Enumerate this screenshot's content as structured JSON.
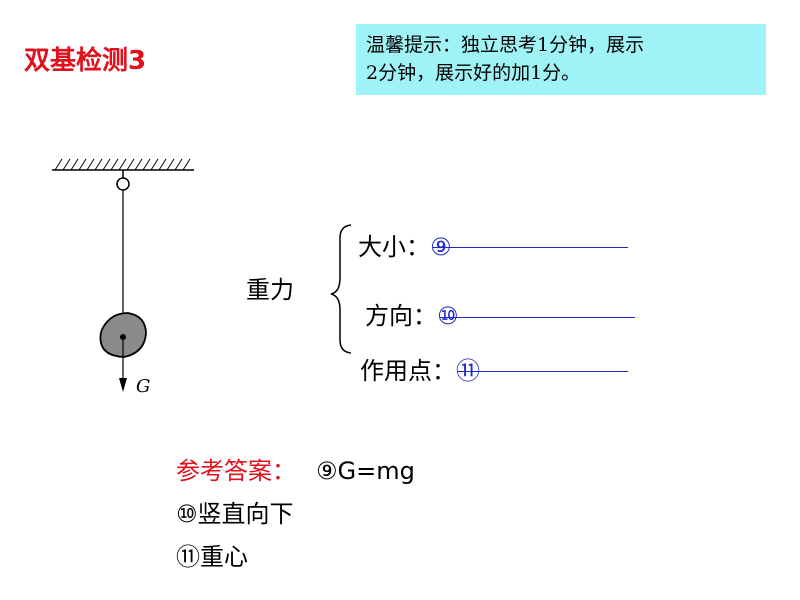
{
  "slide": {
    "title": "双基检测3"
  },
  "tip": {
    "line1": "温馨提示：独立思考1分钟，展示",
    "line2": "2分钟，展示好的加1分。"
  },
  "diagram": {
    "force_label": "G"
  },
  "gravity": {
    "heading": "重力",
    "magnitude_label": "大小：",
    "magnitude_blank": "⑨",
    "direction_label": "方向：",
    "direction_blank": "⑩",
    "point_label": "作用点：",
    "point_blank": "⑪"
  },
  "answer": {
    "label": "参考答案：",
    "item9": "⑨G=mg",
    "item10": "⑩竖直向下",
    "item11": "⑪重心"
  },
  "colors": {
    "title_red": "#e0101c",
    "tip_bg": "#9ff3f6",
    "blank_blue": "#2028c8"
  }
}
